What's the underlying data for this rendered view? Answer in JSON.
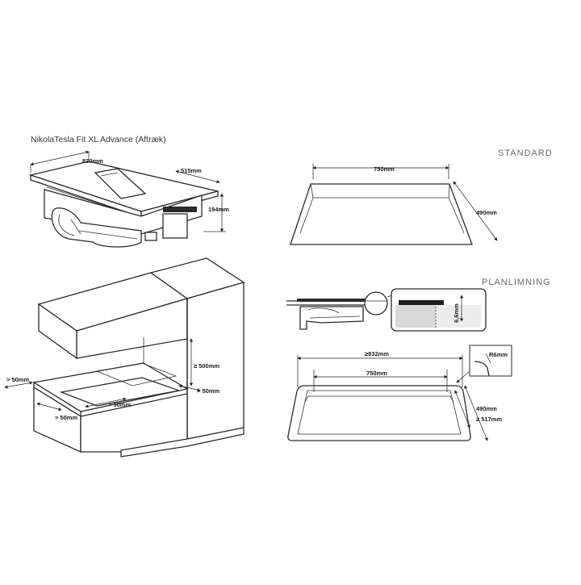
{
  "product_title": "NikolaTesla Fit XL Advance (Aftræk)",
  "product_dims": {
    "width": "830mm",
    "depth": "515mm",
    "height": "194mm"
  },
  "kitchen_dims": {
    "above": "≥ 500mm",
    "left_side": "> 50mm",
    "right_side": "> 50mm",
    "front": "> 50mm",
    "back": "> 50mm"
  },
  "standard": {
    "heading": "STANDARD",
    "width": "750mm",
    "depth": "490mm"
  },
  "flush": {
    "heading": "PLANLIMNING",
    "rebate_depth": "6,6mm",
    "outer_width": "≥832mm",
    "inner_width": "750mm",
    "inner_depth": "490mm",
    "outer_depth": "≥ 517mm",
    "corner_radius": "R6mm"
  },
  "colors": {
    "line": "#2a2a2a",
    "heading": "#6a6a6a",
    "detail_fill": "#d9d9d9"
  }
}
